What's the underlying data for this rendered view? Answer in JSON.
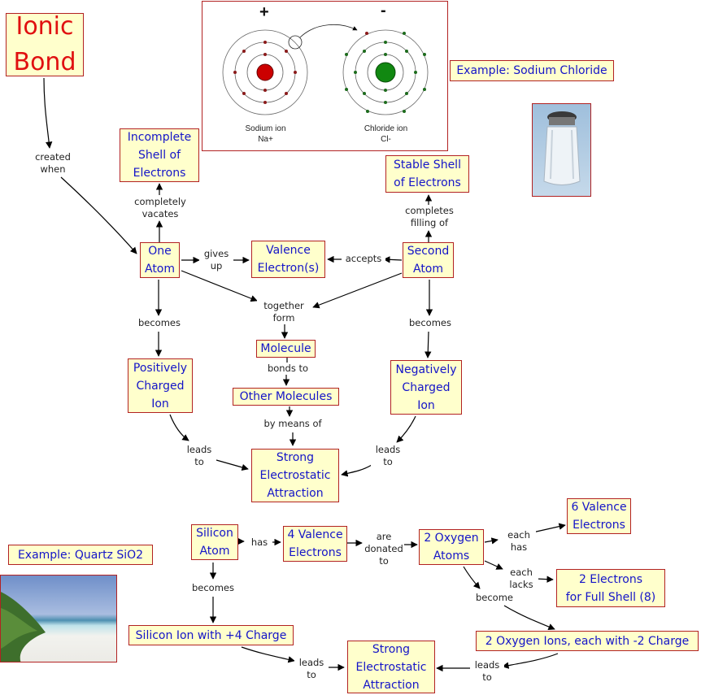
{
  "title": "Ionic Bond",
  "colors": {
    "node_fill": "#ffffcc",
    "node_border": "#b22222",
    "node_text": "#1414c8",
    "title_text": "#e01010",
    "sodium_nucleus": "#cc0000",
    "chlorine_nucleus": "#118811"
  },
  "nodes": {
    "ionic_bond": "Ionic\nBond",
    "incomplete_shell": "Incomplete\nShell of\nElectrons",
    "one_atom": "One\nAtom",
    "valence_electrons": "Valence\nElectron(s)",
    "second_atom": "Second\nAtom",
    "stable_shell": "Stable Shell\nof Electrons",
    "example_nacl": "Example: Sodium Chloride",
    "molecule": "Molecule",
    "other_molecules": "Other Molecules",
    "positive_ion": "Positively\nCharged\nIon",
    "negative_ion": "Negatively\nCharged\nIon",
    "strong_attraction_1": "Strong\nElectrostatic\nAttraction",
    "example_quartz": "Example: Quartz SiO2",
    "silicon_atom": "Silicon\nAtom",
    "four_valence": "4 Valence\nElectrons",
    "two_oxygen_atoms": "2 Oxygen\nAtoms",
    "six_valence": "6 Valence\nElectrons",
    "two_electrons_full": "2 Electrons\nfor Full Shell (8)",
    "silicon_ion": "Silicon Ion with +4 Charge",
    "oxygen_ions": "2 Oxygen Ions, each with -2 Charge",
    "strong_attraction_2": "Strong\nElectrostatic\nAttraction"
  },
  "links": {
    "created_when": "created\nwhen",
    "completely_vacates": "completely\nvacates",
    "gives_up": "gives\nup",
    "accepts": "accepts",
    "completes_filling": "completes\nfilling of",
    "together_form": "together\nform",
    "becomes_left": "becomes",
    "becomes_right": "becomes",
    "bonds_to": "bonds to",
    "by_means_of": "by means of",
    "leads_to_left": "leads\nto",
    "leads_to_right": "leads\nto",
    "has": "has",
    "are_donated_to": "are\ndonated\nto",
    "each_has": "each\nhas",
    "each_lacks": "each\nlacks",
    "become": "become",
    "si_becomes": "becomes",
    "si_leads_to": "leads\nto",
    "o_leads_to": "leads\nto"
  },
  "ion_diagram": {
    "positive_sign": "+",
    "negative_sign": "-",
    "sodium_label": "Sodium ion\nNa+",
    "chloride_label": "Chloride ion\nCl-"
  },
  "images": {
    "salt_shaker": "salt-shaker-photo",
    "beach": "quartz-sand-beach-photo"
  }
}
